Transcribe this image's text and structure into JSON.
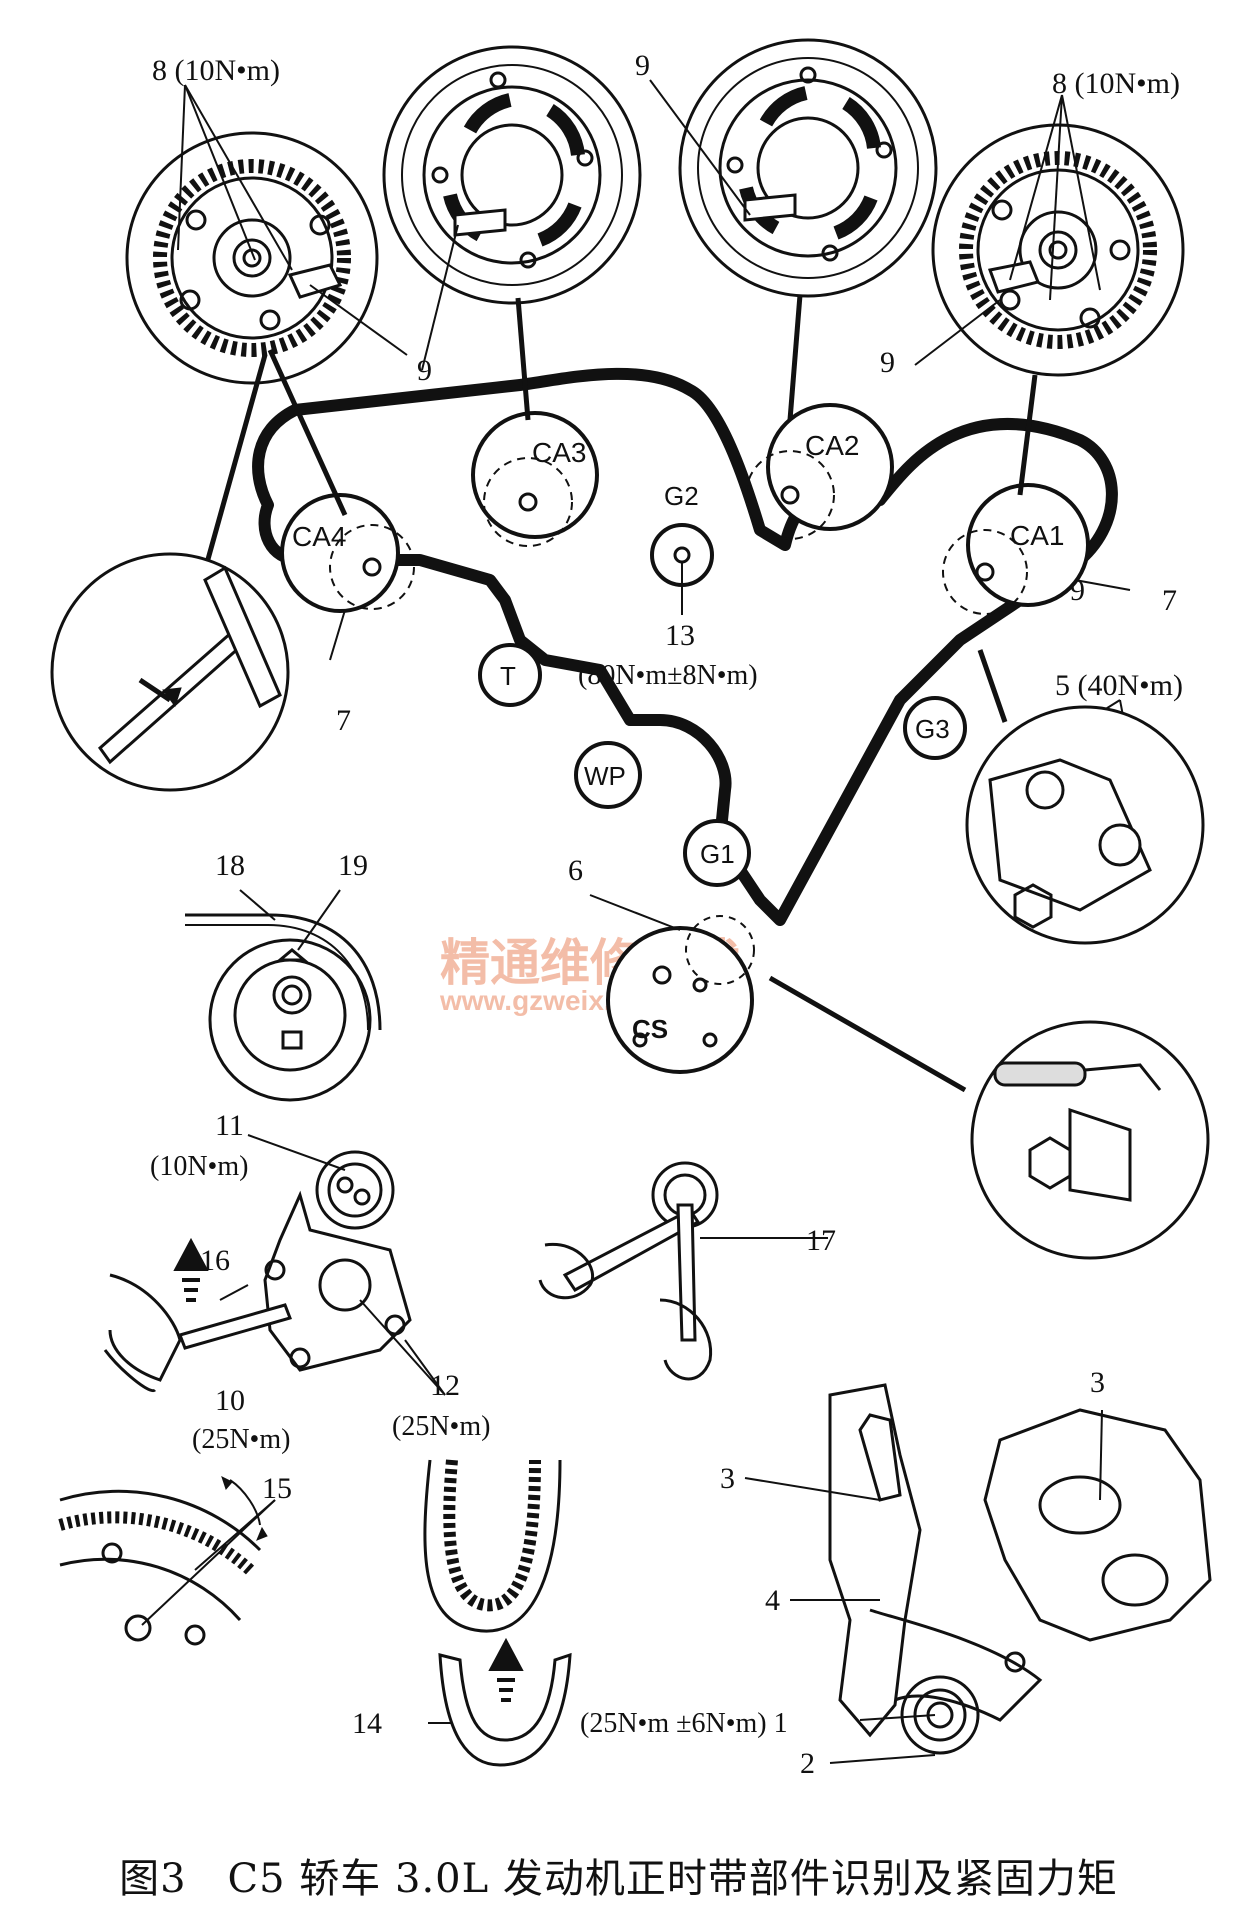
{
  "caption": "图3　C5 轿车 3.0L 发动机正时带部件识别及紧固力矩",
  "watermark": {
    "line1": "精通维修下载",
    "line2": "www.gzweix.com"
  },
  "pulleys": {
    "ca1": "CA1",
    "ca2": "CA2",
    "ca3": "CA3",
    "ca4": "CA4",
    "g1": "G1",
    "g2": "G2",
    "g3": "G3",
    "t": "T",
    "wp": "WP",
    "cs": "CS"
  },
  "callouts": {
    "c8_left": "8 (10N•m)",
    "c8_right": "8 (10N•m)",
    "c9_a": "9",
    "c9_b": "9",
    "c9_c": "9",
    "c9_d": "9",
    "c7_left": "7",
    "c7_right": "7",
    "c13": "13",
    "c13_torque": "(80N•m±8N•m)",
    "c5": "5 (40N•m)",
    "c6": "6",
    "c18": "18",
    "c19": "19",
    "c11": "11",
    "c11_torque": "(10N•m)",
    "c16": "16",
    "c10": "10",
    "c10_torque": "(25N•m)",
    "c12": "12",
    "c12_torque": "(25N•m)",
    "c17": "17",
    "c3_a": "3",
    "c3_b": "3",
    "c4": "4",
    "c15": "15",
    "c14": "14",
    "c1_torque": "(25N•m ±6N•m) 1",
    "c2": "2"
  }
}
